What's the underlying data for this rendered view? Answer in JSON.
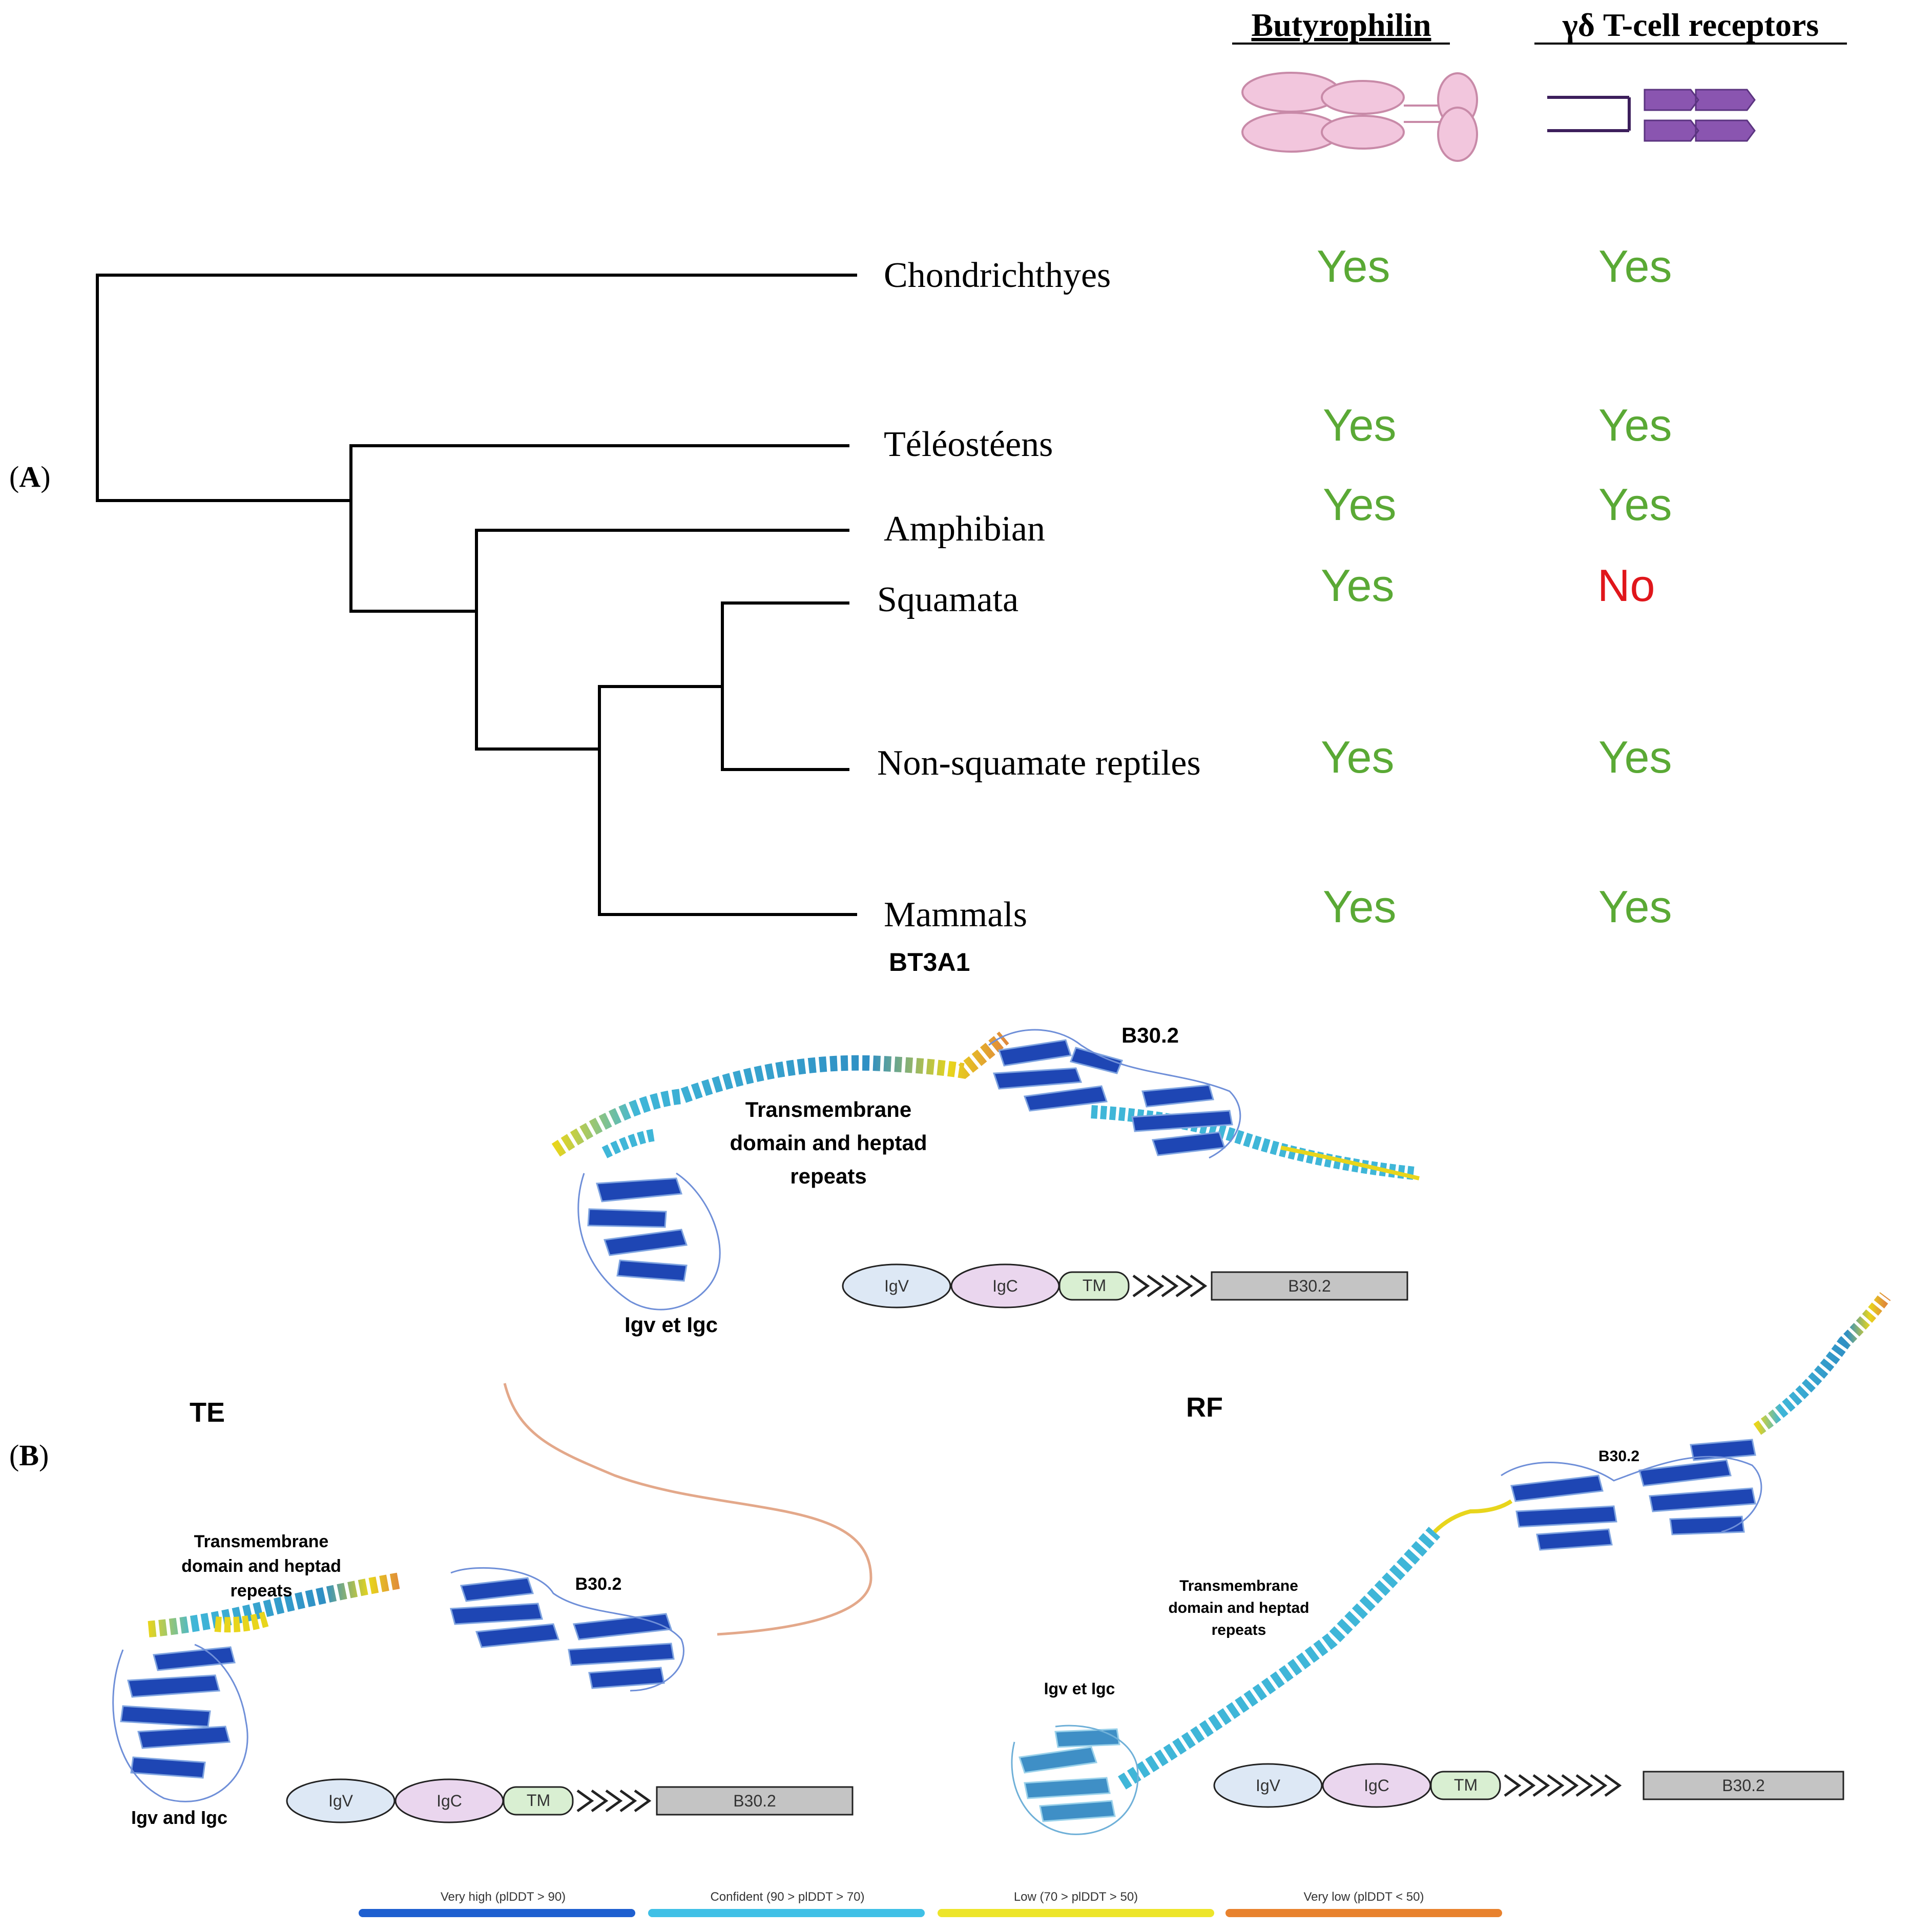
{
  "panel_labels": {
    "a": "A",
    "b": "B"
  },
  "header": {
    "butyrophilin": "Butyrophilin",
    "tcr": "γδ T-cell receptors"
  },
  "colors": {
    "yes": "#5aa935",
    "no": "#e0161b",
    "pink": "#f2c6dd",
    "purple": "#8a55b0",
    "blue": "#1e46b4",
    "cyan": "#3fb6d8",
    "yellow": "#e8d51c",
    "orange": "#e08a3a"
  },
  "tree": {
    "taxa": [
      {
        "name": "Chondrichthyes",
        "butyrophilin": "Yes",
        "tcr": "Yes"
      },
      {
        "name": "Téléostéens",
        "butyrophilin": "Yes",
        "tcr": "Yes"
      },
      {
        "name": "Amphibian",
        "butyrophilin": "Yes",
        "tcr": "Yes"
      },
      {
        "name": "Squamata",
        "butyrophilin": "Yes",
        "tcr": "No"
      },
      {
        "name": "Non-squamate reptiles",
        "butyrophilin": "Yes",
        "tcr": "Yes"
      },
      {
        "name": "Mammals",
        "butyrophilin": "Yes",
        "tcr": "Yes"
      }
    ]
  },
  "structures": {
    "bt3a1": {
      "title": "BT3A1",
      "b30_label": "B30.2",
      "tm_label_lines": [
        "Transmembrane",
        "domain and heptad",
        "repeats"
      ],
      "ig_label": "Igv et Igc"
    },
    "te": {
      "title": "TE",
      "b30_label": "B30.2",
      "tm_label_lines": [
        "Transmembrane",
        "domain and heptad",
        "repeats"
      ],
      "ig_label": "Igv and Igc"
    },
    "rf": {
      "title": "RF",
      "b30_label": "B30.2",
      "tm_label_lines": [
        "Transmembrane",
        "domain and heptad",
        "repeats"
      ],
      "ig_label": "Igv et Igc"
    }
  },
  "domain_bar": {
    "igv": "IgV",
    "igc": "IgC",
    "tm": "TM",
    "b30": "B30.2"
  },
  "legend": [
    {
      "label": "Very high (plDDT > 90)",
      "color": "#1e5fd0"
    },
    {
      "label": "Confident (90 > plDDT > 70)",
      "color": "#3fc0e6"
    },
    {
      "label": "Low (70 > plDDT > 50)",
      "color": "#ede52a"
    },
    {
      "label": "Very low (plDDT < 50)",
      "color": "#e8822e"
    }
  ]
}
